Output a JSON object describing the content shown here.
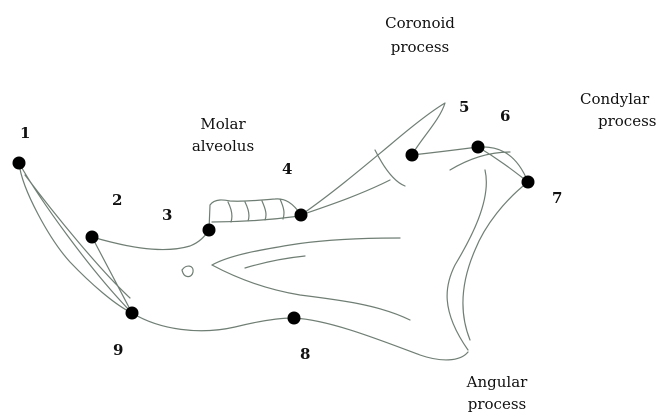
{
  "labels": {
    "coronoid": [
      "Coronoid",
      "process"
    ],
    "condylar": [
      "Condylar",
      "process"
    ],
    "molar": [
      "Molar",
      "alveolus"
    ],
    "angular": [
      "Angular",
      "process"
    ]
  },
  "landmarks": [
    "1",
    "2",
    "3",
    "4",
    "5",
    "6",
    "7",
    "8",
    "9"
  ],
  "colors": {
    "outline": "#6f7e74",
    "point": "#000000",
    "text": "#111111"
  }
}
